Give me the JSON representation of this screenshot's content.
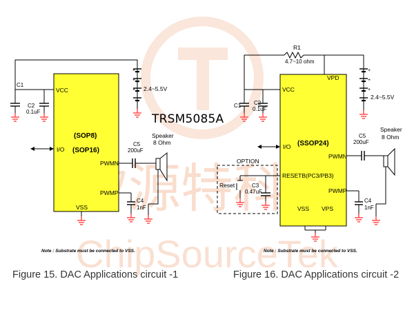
{
  "product_title": "TRSM5085A",
  "watermark": {
    "cn": "矽源特科技",
    "en": "ChipSourceTek",
    "color": "#f5c3a6"
  },
  "colors": {
    "chip_fill": "#ffff33",
    "wire": "#000000",
    "ground": "#ff3333",
    "figure_title": "#333333"
  },
  "fig1": {
    "title": "Figure 15.  DAC Applications circuit -1",
    "chip_label_1": "(SOP8)",
    "chip_label_2": "(SOP16)",
    "pin_vcc": "VCC",
    "pin_io": "I/O",
    "pin_pwmn": "PWMN",
    "pin_pwmp": "PWMP",
    "pin_vss": "VSS",
    "c1": "C1",
    "c2": "C2",
    "c2_val": "0.1uF",
    "supply": "2.4~5.5V",
    "c5": "C5",
    "c5_val": "200uF",
    "speaker": "Speaker",
    "speaker_val": "8 Ohm",
    "c4": "C4",
    "c4_val": "1nF",
    "note": "Note : Substrate must be connected to VSS."
  },
  "fig2": {
    "title": "Figure 16.  DAC Applications circuit -2",
    "r1": "R1",
    "r1_val": "4.7~10 ohm",
    "pin_vpd": "VPD",
    "pin_vcc": "VCC",
    "c1": "C1",
    "c2": "C2",
    "c2_val": "0.1uF",
    "supply": "2.4~5.5V",
    "chip_label": "(SSOP24)",
    "pin_io": "I/O",
    "pin_pwmn": "PWMN",
    "c5": "C5",
    "c5_val": "200uF",
    "speaker": "Speaker",
    "speaker_val": "8 Ohm",
    "option": "OPTION",
    "reset": "Reset",
    "c3": "C3",
    "c3_val": "0.47uF",
    "pin_resetb": "RESETB(PC3/PB3)",
    "pin_pwmp": "PWMP",
    "c4": "C4",
    "c4_val": "1nF",
    "pin_vss": "VSS",
    "pin_vps": "VPS",
    "note": "Note : Substrate must be connected to VSS."
  }
}
